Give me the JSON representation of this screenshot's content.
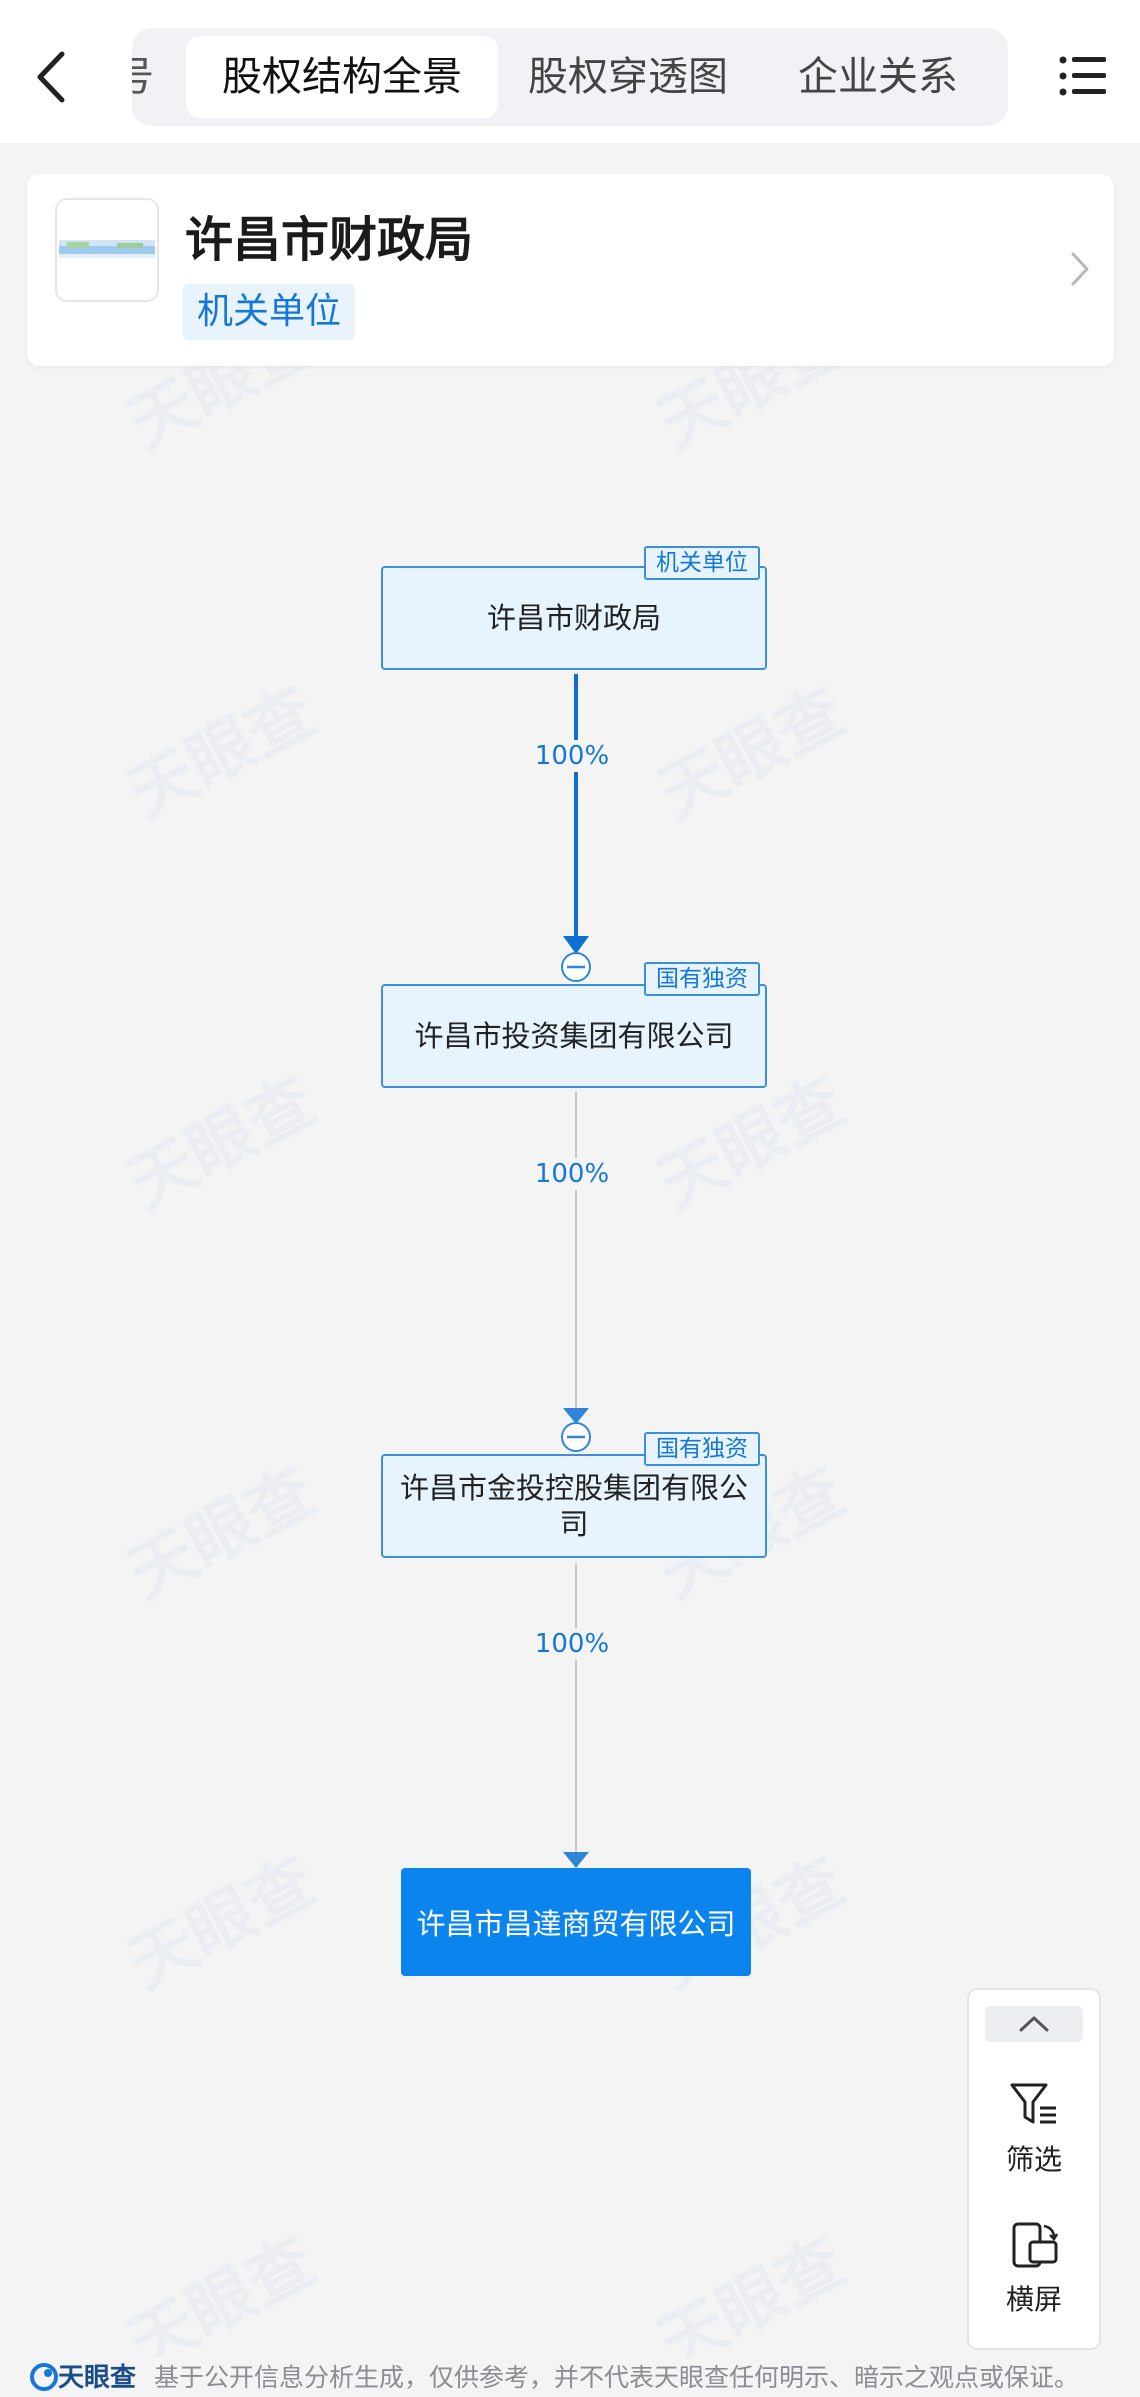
{
  "header": {
    "partial_tab_label": "号",
    "tabs": [
      {
        "label": "股权结构全景",
        "active": true
      },
      {
        "label": "股权穿透图",
        "active": false
      },
      {
        "label": "企业关系",
        "active": false
      }
    ],
    "icons": {
      "back": "chevron-left-icon",
      "menu": "list-menu-icon"
    }
  },
  "entity": {
    "name": "许昌市财政局",
    "type_tag": "机关单位"
  },
  "graph": {
    "nodes": [
      {
        "name": "许昌市财政局",
        "tag": "机关单位"
      },
      {
        "name": "许昌市投资集团有限公司",
        "tag": "国有独资"
      },
      {
        "name": "许昌市金投控股集团有限公司",
        "tag": "国有独资"
      }
    ],
    "target": {
      "name": "许昌市昌達商贸有限公司"
    },
    "edges": [
      {
        "percent": "100%"
      },
      {
        "percent": "100%"
      },
      {
        "percent": "100%"
      }
    ],
    "colors": {
      "primary_edge": "#0f6fd0",
      "secondary_edge": "#c4c7cc",
      "node_border": "#3b8fdb",
      "target_fill": "#0b84ee"
    }
  },
  "float_panel": {
    "filter_label": "筛选",
    "landscape_label": "横屏",
    "icons": {
      "collapse": "chevron-up-icon",
      "filter": "filter-icon",
      "landscape": "rotate-screen-icon"
    }
  },
  "footer": {
    "brand": "天眼查",
    "disclaimer": "基于公开信息分析生成，仅供参考，并不代表天眼查任何明示、暗示之观点或保证。"
  },
  "watermark": "天眼查"
}
